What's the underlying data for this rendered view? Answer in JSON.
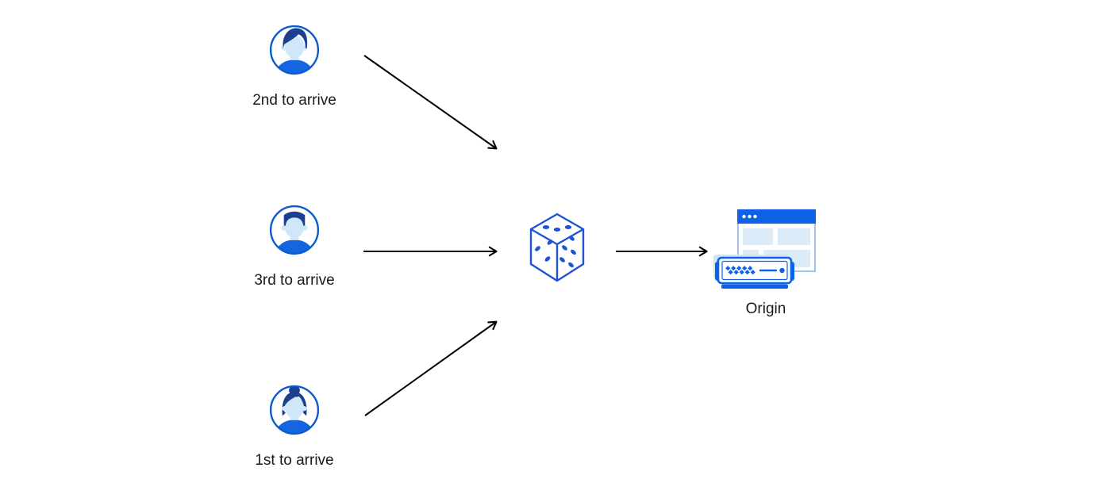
{
  "page": {
    "background": "#ffffff"
  },
  "diagram": {
    "clients": [
      {
        "id": "second",
        "label": "2nd to arrive",
        "icon": "user-avatar-male-swept-hair-icon"
      },
      {
        "id": "third",
        "label": "3rd to arrive",
        "icon": "user-avatar-male-flat-hair-icon"
      },
      {
        "id": "first",
        "label": "1st to arrive",
        "icon": "user-avatar-female-icon"
      }
    ],
    "random_selector": {
      "icon": "dice-icon"
    },
    "origin": {
      "label": "Origin",
      "icon": "origin-server-icon"
    },
    "arrows": [
      {
        "from": "client-second",
        "to": "dice"
      },
      {
        "from": "client-third",
        "to": "dice"
      },
      {
        "from": "client-first",
        "to": "dice"
      },
      {
        "from": "dice",
        "to": "origin"
      }
    ],
    "colors": {
      "line_blue": "#1d54d3",
      "accent_blue": "#0d62e6",
      "ring_blue": "#0b5bd0",
      "shirt_blue": "#1565e0",
      "hair_navy": "#1d3f8f",
      "face_light_blue": "#cfe7f8",
      "panel_light_blue": "#dcebf8",
      "window_border_blue": "#9ec5ef",
      "arrow_black": "#000000",
      "label_text": "#1a1a1a"
    }
  }
}
